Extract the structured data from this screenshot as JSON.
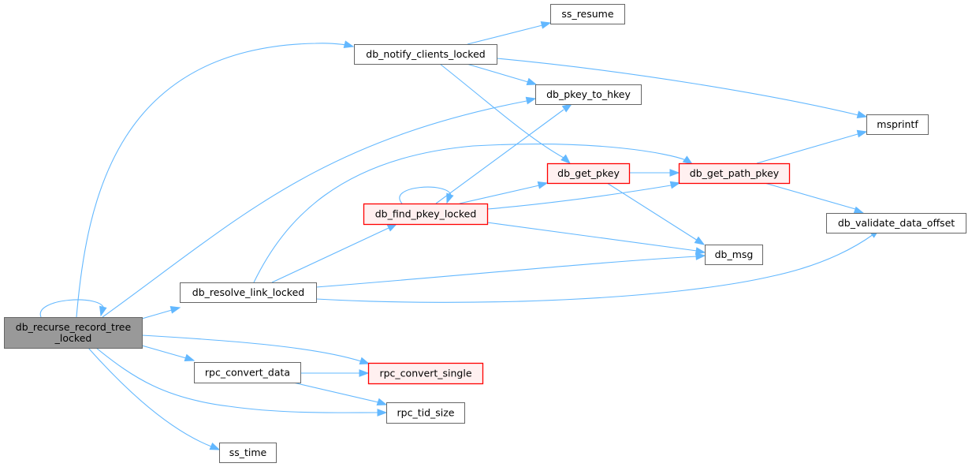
{
  "graph": {
    "type": "call-graph",
    "colors": {
      "edge": "#63b8ff",
      "root_fill": "#999999",
      "root_border": "#666666",
      "node_fill": "#ffffff",
      "node_border": "#666666",
      "highlight_fill": "#fff0f0",
      "highlight_border": "#ff0000"
    },
    "nodes": [
      {
        "id": "db_recurse_record_tree_locked",
        "lines": [
          "db_recurse_record_tree",
          "_locked"
        ],
        "style": "root"
      },
      {
        "id": "db_notify_clients_locked",
        "lines": [
          "db_notify_clients_locked"
        ],
        "style": "normal"
      },
      {
        "id": "ss_resume",
        "lines": [
          "ss_resume"
        ],
        "style": "normal"
      },
      {
        "id": "db_pkey_to_hkey",
        "lines": [
          "db_pkey_to_hkey"
        ],
        "style": "normal"
      },
      {
        "id": "msprintf",
        "lines": [
          "msprintf"
        ],
        "style": "normal"
      },
      {
        "id": "db_get_pkey",
        "lines": [
          "db_get_pkey"
        ],
        "style": "highlight"
      },
      {
        "id": "db_get_path_pkey",
        "lines": [
          "db_get_path_pkey"
        ],
        "style": "highlight"
      },
      {
        "id": "db_find_pkey_locked",
        "lines": [
          "db_find_pkey_locked"
        ],
        "style": "highlight"
      },
      {
        "id": "db_validate_data_offset",
        "lines": [
          "db_validate_data_offset"
        ],
        "style": "normal"
      },
      {
        "id": "db_msg",
        "lines": [
          "db_msg"
        ],
        "style": "normal"
      },
      {
        "id": "db_resolve_link_locked",
        "lines": [
          "db_resolve_link_locked"
        ],
        "style": "normal"
      },
      {
        "id": "rpc_convert_data",
        "lines": [
          "rpc_convert_data"
        ],
        "style": "normal"
      },
      {
        "id": "rpc_convert_single",
        "lines": [
          "rpc_convert_single"
        ],
        "style": "highlight"
      },
      {
        "id": "rpc_tid_size",
        "lines": [
          "rpc_tid_size"
        ],
        "style": "normal"
      },
      {
        "id": "ss_time",
        "lines": [
          "ss_time"
        ],
        "style": "normal"
      }
    ],
    "edges": [
      {
        "from": "db_recurse_record_tree_locked",
        "to": "db_recurse_record_tree_locked"
      },
      {
        "from": "db_recurse_record_tree_locked",
        "to": "db_notify_clients_locked"
      },
      {
        "from": "db_recurse_record_tree_locked",
        "to": "db_pkey_to_hkey"
      },
      {
        "from": "db_recurse_record_tree_locked",
        "to": "db_resolve_link_locked"
      },
      {
        "from": "db_recurse_record_tree_locked",
        "to": "rpc_convert_data"
      },
      {
        "from": "db_recurse_record_tree_locked",
        "to": "rpc_convert_single"
      },
      {
        "from": "db_recurse_record_tree_locked",
        "to": "rpc_tid_size"
      },
      {
        "from": "db_recurse_record_tree_locked",
        "to": "ss_time"
      },
      {
        "from": "db_notify_clients_locked",
        "to": "ss_resume"
      },
      {
        "from": "db_notify_clients_locked",
        "to": "db_pkey_to_hkey"
      },
      {
        "from": "db_notify_clients_locked",
        "to": "msprintf"
      },
      {
        "from": "db_notify_clients_locked",
        "to": "db_get_pkey"
      },
      {
        "from": "db_get_pkey",
        "to": "db_get_path_pkey"
      },
      {
        "from": "db_get_pkey",
        "to": "db_msg"
      },
      {
        "from": "db_get_path_pkey",
        "to": "msprintf"
      },
      {
        "from": "db_get_path_pkey",
        "to": "db_validate_data_offset"
      },
      {
        "from": "db_find_pkey_locked",
        "to": "db_find_pkey_locked"
      },
      {
        "from": "db_find_pkey_locked",
        "to": "db_pkey_to_hkey"
      },
      {
        "from": "db_find_pkey_locked",
        "to": "db_get_pkey"
      },
      {
        "from": "db_find_pkey_locked",
        "to": "db_get_path_pkey"
      },
      {
        "from": "db_find_pkey_locked",
        "to": "db_msg"
      },
      {
        "from": "db_resolve_link_locked",
        "to": "db_get_path_pkey"
      },
      {
        "from": "db_resolve_link_locked",
        "to": "db_find_pkey_locked"
      },
      {
        "from": "db_resolve_link_locked",
        "to": "db_msg"
      },
      {
        "from": "db_resolve_link_locked",
        "to": "db_validate_data_offset"
      },
      {
        "from": "rpc_convert_data",
        "to": "rpc_convert_single"
      },
      {
        "from": "rpc_convert_data",
        "to": "rpc_tid_size"
      }
    ]
  }
}
